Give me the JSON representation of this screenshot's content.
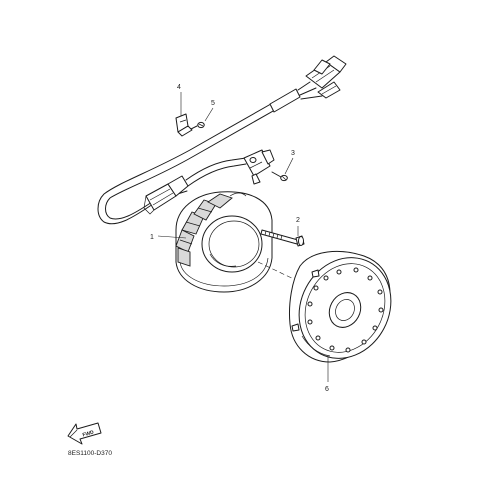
{
  "callouts": [
    "1",
    "2",
    "3",
    "4",
    "5",
    "6"
  ],
  "fwd_label": "FWD",
  "diagram_code": "8ES1100-D370",
  "colors": {
    "line": "#1c1c1c",
    "background": "#ffffff",
    "shade": "#d9d9d9"
  }
}
